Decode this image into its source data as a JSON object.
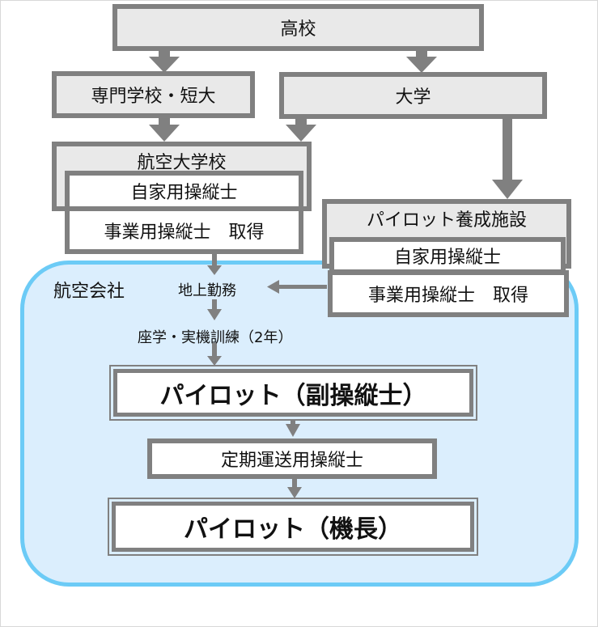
{
  "diagram": {
    "high_school": "高校",
    "vocational": "専門学校・短大",
    "university": "大学",
    "aviation_college": {
      "title": "航空大学校",
      "license_private": "自家用操縦士",
      "license_commercial": "事業用操縦士　取得"
    },
    "pilot_training_facility": {
      "title": "パイロット養成施設",
      "license_private": "自家用操縦士",
      "license_commercial": "事業用操縦士　取得"
    },
    "airline": {
      "title": "航空会社",
      "ground_duty": "地上勤務",
      "training": "座学・実機訓練（2年）",
      "copilot": "パイロット（副操縦士）",
      "atp_license": "定期運送用操縦士",
      "captain": "パイロット（機長）"
    }
  }
}
